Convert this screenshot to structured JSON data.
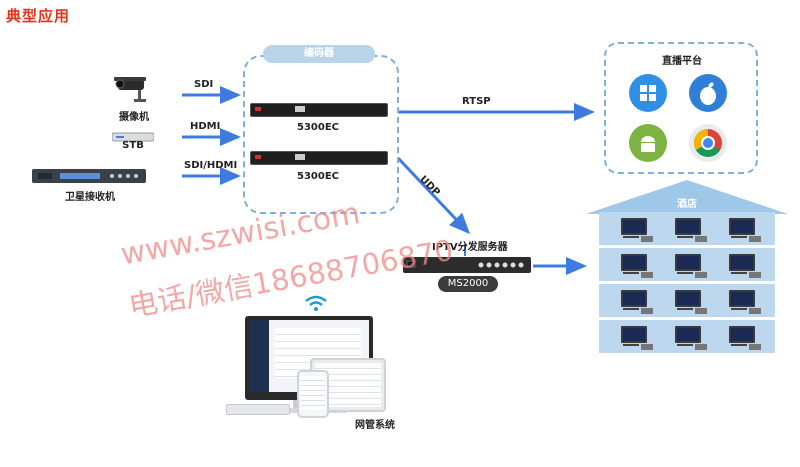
{
  "title": "典型应用",
  "sources": {
    "camera": "摄像机",
    "stb": "STB",
    "satellite": "卫星接收机"
  },
  "links": {
    "sdi": "SDI",
    "hdmi": "HDMI",
    "sdi_hdmi": "SDI/HDMI",
    "rtsp": "RTSP",
    "udp": "UDP"
  },
  "encoder": {
    "group_label": "编码器",
    "unit1": "5300EC",
    "unit2": "5300EC"
  },
  "platform": {
    "label": "直播平台",
    "icons": [
      "windows-icon",
      "apple-icon",
      "android-icon",
      "chrome-icon"
    ]
  },
  "iptv": {
    "label": "IPTV分发服务器",
    "model": "MS2000"
  },
  "hotel": {
    "label": "酒店",
    "floors": 4,
    "rooms_per_floor": 3
  },
  "nms": {
    "label": "网管系统"
  },
  "watermark": {
    "line1": "www.szwisi.com",
    "line2": "电话/微信18688706870"
  },
  "colors": {
    "title": "#e8321e",
    "arrow": "#3d7be0",
    "dashed": "#7fb0d8",
    "hotel": "#bdd8ee",
    "watermark": "#f08a8a"
  }
}
